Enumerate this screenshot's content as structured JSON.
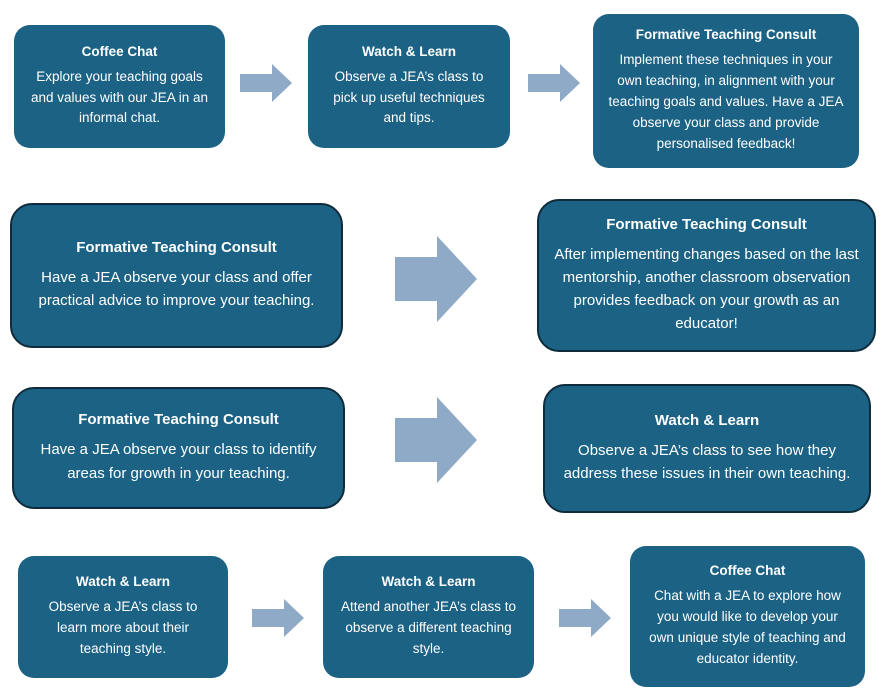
{
  "rows": [
    {
      "boxes": [
        {
          "title": "Coffee Chat",
          "desc": "Explore your teaching goals and values with our JEA in an informal chat."
        },
        {
          "title": "Watch & Learn",
          "desc": "Observe a JEA’s class to pick up useful techniques and tips."
        },
        {
          "title": "Formative Teaching Consult",
          "desc": "Implement these techniques in your own teaching, in alignment with your teaching goals and values. Have a JEA observe your class and provide personalised feedback!"
        }
      ]
    },
    {
      "boxes": [
        {
          "title": "Formative Teaching Consult",
          "desc": "Have a JEA observe your class and offer practical advice to improve your teaching."
        },
        {
          "title": "Formative Teaching Consult",
          "desc": "After implementing changes based on the last mentorship, another classroom observation provides feedback on your growth as an educator!"
        }
      ]
    },
    {
      "boxes": [
        {
          "title": "Formative Teaching Consult",
          "desc": "Have a JEA observe your class to identify areas for growth in your teaching."
        },
        {
          "title": "Watch & Learn",
          "desc": "Observe a JEA’s class to see how they address these issues in their own teaching."
        }
      ]
    },
    {
      "boxes": [
        {
          "title": "Watch & Learn",
          "desc": "Observe a JEA’s class to learn more about their teaching style."
        },
        {
          "title": "Watch & Learn",
          "desc": "Attend another JEA’s class to observe a different teaching style."
        },
        {
          "title": "Coffee Chat",
          "desc": "Chat with a JEA to explore how you would like to develop your own unique style of teaching and educator identity."
        }
      ]
    }
  ],
  "colors": {
    "box_fill": "#1b6285",
    "box_text": "#ffffff",
    "arrow_fill": "#8faac6",
    "outline": "#0f2c3c"
  }
}
